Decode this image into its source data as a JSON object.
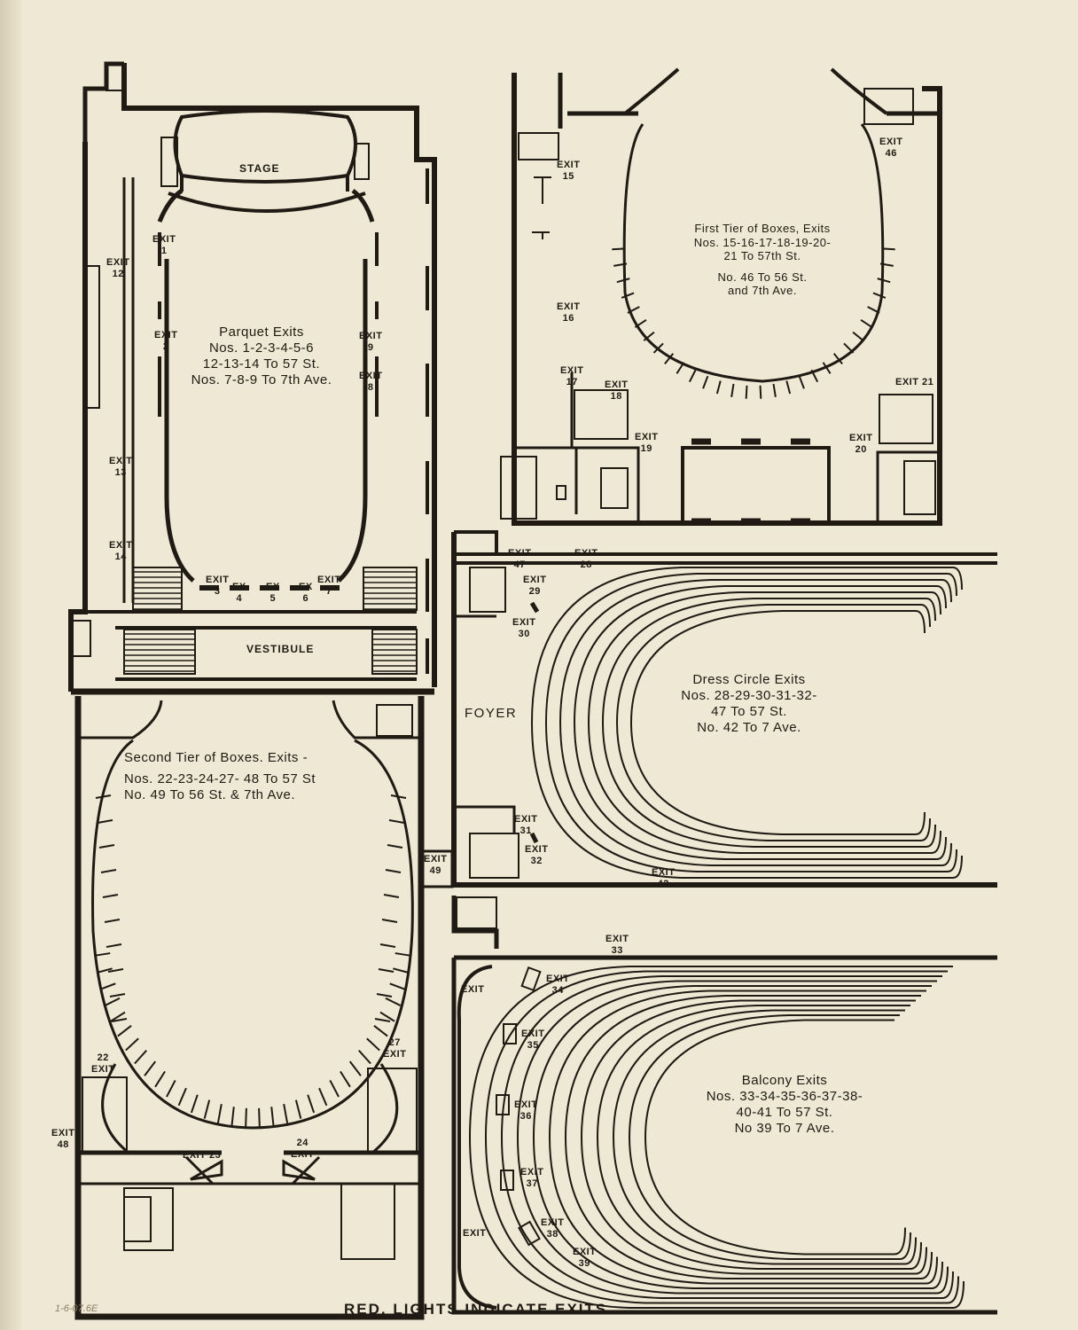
{
  "rooms": {
    "stage": "STAGE",
    "vestibule": "VESTIBULE",
    "foyer": "FOYER"
  },
  "sections": {
    "parquet": {
      "title": "Parquet Exits",
      "lines": [
        "Nos. 1-2-3-4-5-6",
        "12-13-14 To 57 St.",
        "Nos. 7-8-9 To 7th Ave."
      ]
    },
    "first_tier": {
      "title": "First Tier of Boxes, Exits",
      "lines": [
        "Nos. 15-16-17-18-19-20-",
        "21 To 57th St.",
        "No. 46 To 56 St.",
        "and 7th Ave."
      ]
    },
    "second_tier": {
      "title": "Second Tier of Boxes. Exits -",
      "lines": [
        "Nos. 22-23-24-27- 48 To 57 St",
        "No. 49 To 56 St. & 7th Ave."
      ]
    },
    "dress_circle": {
      "title": "Dress Circle Exits",
      "lines": [
        "Nos. 28-29-30-31-32-",
        "47 To 57 St.",
        "No. 42 To 7 Ave."
      ]
    },
    "balcony": {
      "title": "Balcony Exits",
      "lines": [
        "Nos. 33-34-35-36-37-38-",
        "40-41 To 57 St.",
        "No 39 To 7 Ave."
      ]
    }
  },
  "exit_word": "EXIT",
  "ex_word": "EX",
  "exits": {
    "e1": "1",
    "e2": "2",
    "e3": "3",
    "e4": "4",
    "e5": "5",
    "e6": "6",
    "e7": "7",
    "e8": "8",
    "e9": "9",
    "e12": "12",
    "e13": "13",
    "e14": "14",
    "e15": "15",
    "e16": "16",
    "e17": "17",
    "e18": "18",
    "e19": "19",
    "e20": "20",
    "e21": "EXIT 21",
    "e22": "22",
    "e23": "EXIT 23",
    "e24": "24",
    "e27": "27",
    "e28": "28",
    "e29": "29",
    "e30": "30",
    "e31": "31",
    "e32": "32",
    "e33": "33",
    "e34": "34",
    "e35": "35",
    "e36": "36",
    "e37": "37",
    "e38": "38",
    "e39": "39",
    "e42": "42",
    "e46": "46",
    "e47": "47",
    "e48": "48",
    "e49": "49"
  },
  "footer": "RED. LIGHTS INDICATE EXITS",
  "margin_note": "1-6-07.6E",
  "colors": {
    "paper": "#efe8d4",
    "ink": "#1f1a14"
  }
}
